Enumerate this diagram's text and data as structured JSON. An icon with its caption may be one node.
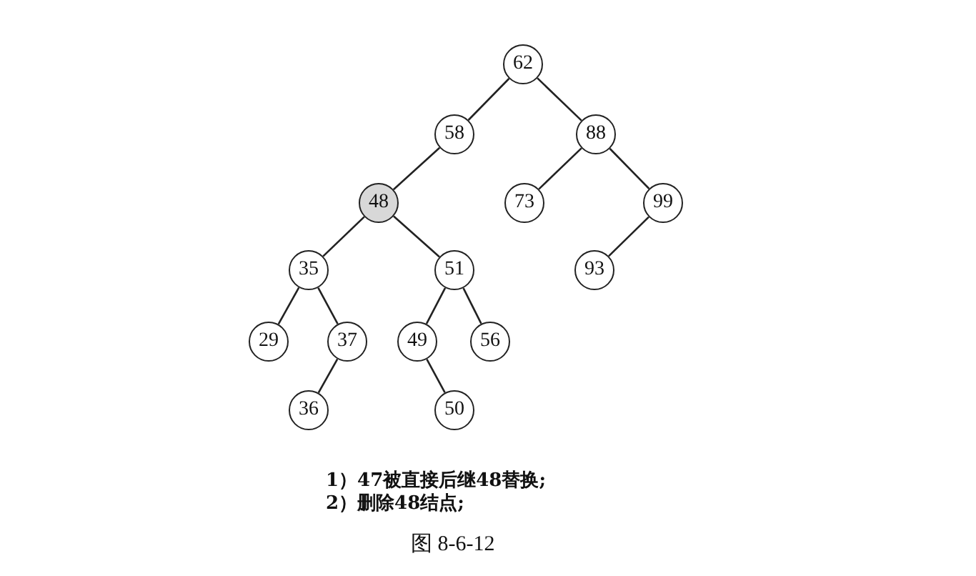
{
  "diagram": {
    "caption": "图 8-6-12",
    "nodes": [
      {
        "text": [
          "62"
        ]
      },
      {
        "text": [
          "58"
        ]
      },
      {
        "text": [
          "88"
        ]
      },
      {
        "text": [
          "48"
        ]
      },
      {
        "text": [
          "73"
        ]
      },
      {
        "text": [
          "99"
        ]
      },
      {
        "text": [
          "35"
        ]
      },
      {
        "text": [
          "51"
        ]
      },
      {
        "text": [
          "93"
        ]
      },
      {
        "text": [
          "29"
        ]
      },
      {
        "text": [
          "37"
        ]
      },
      {
        "text": [
          "49"
        ]
      },
      {
        "text": [
          "56"
        ]
      },
      {
        "text": [
          "36"
        ]
      },
      {
        "text": [
          "50"
        ]
      }
    ],
    "edges": [
      {
        "from": 0,
        "to": 1,
        "arrow": "none"
      },
      {
        "from": 0,
        "to": 2,
        "arrow": "none"
      },
      {
        "from": 1,
        "to": 3,
        "arrow": "none"
      },
      {
        "from": 2,
        "to": 4,
        "arrow": "none"
      },
      {
        "from": 2,
        "to": 5,
        "arrow": "none"
      },
      {
        "from": 3,
        "to": 6,
        "arrow": "none"
      },
      {
        "from": 3,
        "to": 7,
        "arrow": "none"
      },
      {
        "from": 5,
        "to": 8,
        "arrow": "none"
      },
      {
        "from": 6,
        "to": 9,
        "arrow": "none"
      },
      {
        "from": 6,
        "to": 10,
        "arrow": "none"
      },
      {
        "from": 7,
        "to": 11,
        "arrow": "none"
      },
      {
        "from": 7,
        "to": 12,
        "arrow": "none"
      },
      {
        "from": 10,
        "to": 13,
        "arrow": "none"
      },
      {
        "from": 11,
        "to": 14,
        "arrow": "none"
      }
    ],
    "labels": [
      "1）47被直接后继48替换;",
      "2）删除48结点;"
    ]
  }
}
